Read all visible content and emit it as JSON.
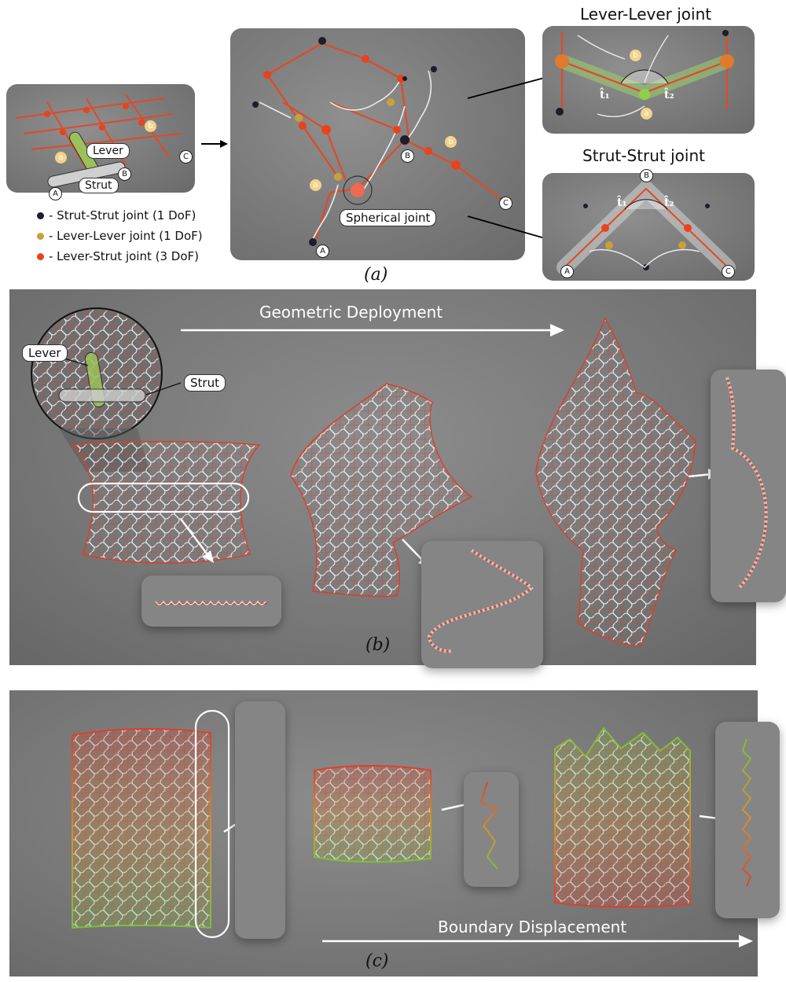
{
  "panel_a": {
    "caption": "(a)",
    "legend": [
      {
        "label": "- Strut-Strut joint (1 DoF)",
        "color": "#1d1d2b"
      },
      {
        "label": "- Lever-Lever joint (1 DoF)",
        "color": "#c8a13a"
      },
      {
        "label": "- Lever-Strut joint (3 DoF)",
        "color": "#e8431c"
      }
    ],
    "small_labels": {
      "lever": "Lever",
      "strut": "Strut",
      "A": "A",
      "B": "B",
      "C": "C",
      "a": "a",
      "b": "b"
    },
    "spherical_joint": "Spherical joint",
    "lever_lever_title": "Lever-Lever joint",
    "strut_strut_title": "Strut-Strut joint",
    "t1": "t̂₁",
    "t2": "t̂₂"
  },
  "panel_b": {
    "caption": "(b)",
    "arrow_label": "Geometric Deployment",
    "lever_label": "Lever",
    "strut_label": "Strut"
  },
  "panel_c": {
    "caption": "(c)",
    "arrow_label": "Boundary Displacement"
  },
  "colors": {
    "red": "#d8402a",
    "gold": "#c8a13a",
    "navy": "#1d1d2b",
    "green": "#7fbf3a",
    "panel_gray": "#7f7f7f"
  }
}
